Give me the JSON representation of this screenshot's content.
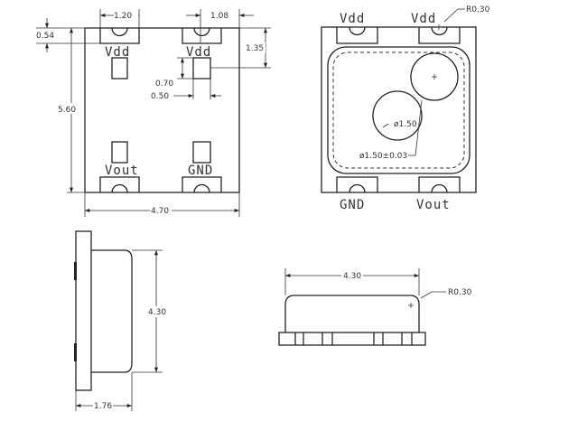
{
  "top_view": {
    "pins": {
      "vdd_left": "Vdd",
      "vdd_right": "Vdd",
      "vout": "Vout",
      "gnd": "GND"
    },
    "dims": {
      "pad_width": "1.20",
      "pad_right_offset": "1.08",
      "pad_depth": "0.54",
      "height": "5.60",
      "width": "4.70",
      "pad_y": "1.35",
      "land_height": "0.70",
      "land_width": "0.50"
    }
  },
  "bottom_view": {
    "pins": {
      "vdd_left": "Vdd",
      "vdd_right": "Vdd",
      "gnd": "GND",
      "vout": "Vout"
    },
    "dims": {
      "radius": "R0.30",
      "small_hole": "ø1.50",
      "large_hole": "ø1.50±0.03"
    }
  },
  "side_view": {
    "dims": {
      "length": "4.30",
      "thickness": "1.76"
    }
  },
  "front_view": {
    "dims": {
      "length": "4.30",
      "radius": "R0.30"
    }
  }
}
